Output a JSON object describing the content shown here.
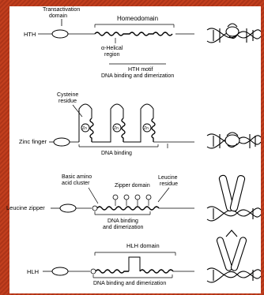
{
  "hth": {
    "name": "HTH",
    "transactivation": [
      "Transactivation",
      "domain"
    ],
    "homeodomain": "Homeodomain",
    "helical": [
      "α-Helical",
      "region"
    ],
    "motif": "HTH motif",
    "binding": "DNA binding and dimerization"
  },
  "zinc": {
    "name": "Zinc finger",
    "cysteine": [
      "Cysteine",
      "residue"
    ],
    "binding": "DNA binding",
    "zn_label": "Zn"
  },
  "leucine": {
    "name": "Leucine zipper",
    "basic": [
      "Basic amino",
      "acid cluster"
    ],
    "zipper": "Zipper domain",
    "residue": [
      "Leucine",
      "residue"
    ],
    "binding": [
      "DNA binding",
      "and dimerization"
    ]
  },
  "hlh": {
    "name": "HLH",
    "domain": "HLH domain",
    "binding": "DNA binding and dimerization"
  },
  "colors": {
    "border": "#b93a1c",
    "panel": "#ffffff",
    "ink": "#000000"
  }
}
